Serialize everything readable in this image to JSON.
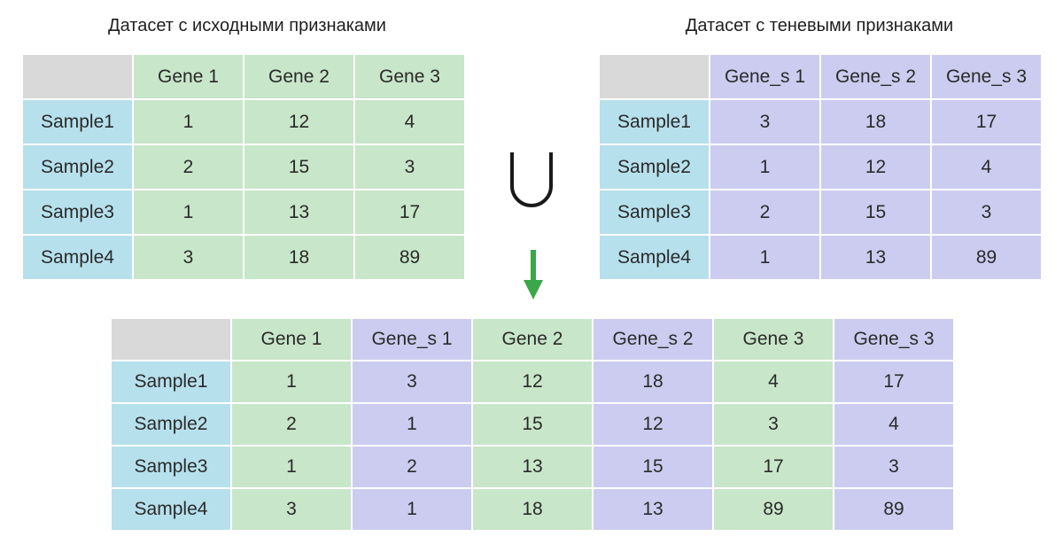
{
  "left": {
    "title": "Датасет с исходными признаками",
    "corner": "",
    "headers": [
      "Gene 1",
      "Gene 2",
      "Gene 3"
    ],
    "rows": [
      {
        "label": "Sample1",
        "values": [
          "1",
          "12",
          "4"
        ]
      },
      {
        "label": "Sample2",
        "values": [
          "2",
          "15",
          "3"
        ]
      },
      {
        "label": "Sample3",
        "values": [
          "1",
          "13",
          "17"
        ]
      },
      {
        "label": "Sample4",
        "values": [
          "3",
          "18",
          "89"
        ]
      }
    ]
  },
  "right": {
    "title": "Датасет с теневыми признаками",
    "corner": "",
    "headers": [
      "Gene_s 1",
      "Gene_s 2",
      "Gene_s 3"
    ],
    "rows": [
      {
        "label": "Sample1",
        "values": [
          "3",
          "18",
          "17"
        ]
      },
      {
        "label": "Sample2",
        "values": [
          "1",
          "12",
          "4"
        ]
      },
      {
        "label": "Sample3",
        "values": [
          "2",
          "15",
          "3"
        ]
      },
      {
        "label": "Sample4",
        "values": [
          "1",
          "13",
          "89"
        ]
      }
    ]
  },
  "combined": {
    "corner": "",
    "headers": [
      "Gene 1",
      "Gene_s 1",
      "Gene 2",
      "Gene_s 2",
      "Gene 3",
      "Gene_s 3"
    ],
    "rows": [
      {
        "label": "Sample1",
        "values": [
          "1",
          "3",
          "12",
          "18",
          "4",
          "17"
        ]
      },
      {
        "label": "Sample2",
        "values": [
          "2",
          "1",
          "15",
          "12",
          "3",
          "4"
        ]
      },
      {
        "label": "Sample3",
        "values": [
          "1",
          "2",
          "13",
          "15",
          "17",
          "3"
        ]
      },
      {
        "label": "Sample4",
        "values": [
          "3",
          "1",
          "18",
          "13",
          "89",
          "89"
        ]
      }
    ]
  },
  "colors": {
    "original_feature": "#c8e6c9",
    "shadow_feature": "#ccccf0",
    "row_label": "#b6e0ec",
    "corner": "#d9d9d9",
    "arrow": "#3aa84a",
    "union_symbol": "#1a1a1a"
  },
  "icons": {
    "union": "union-symbol-icon",
    "arrow": "arrow-down-icon"
  }
}
